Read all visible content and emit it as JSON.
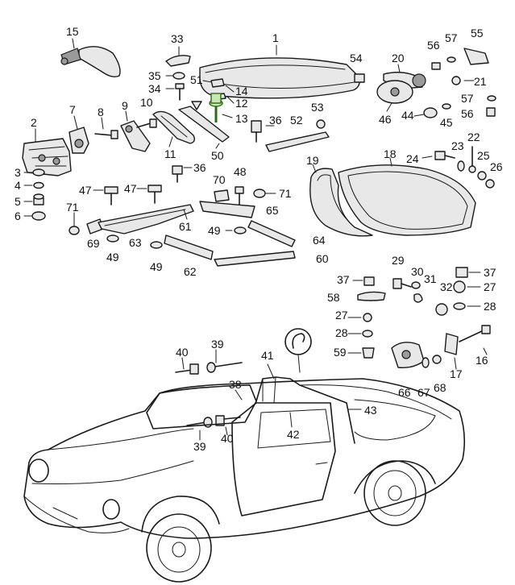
{
  "diagram": {
    "highlight_color": "#6aa84f",
    "labels": [
      {
        "id": "l1",
        "text": "1"
      },
      {
        "id": "l2",
        "text": "2"
      },
      {
        "id": "l3",
        "text": "3"
      },
      {
        "id": "l4",
        "text": "4"
      },
      {
        "id": "l5",
        "text": "5"
      },
      {
        "id": "l6",
        "text": "6"
      },
      {
        "id": "l7",
        "text": "7"
      },
      {
        "id": "l8",
        "text": "8"
      },
      {
        "id": "l9",
        "text": "9"
      },
      {
        "id": "l10",
        "text": "10"
      },
      {
        "id": "l11",
        "text": "11"
      },
      {
        "id": "l12",
        "text": "12"
      },
      {
        "id": "l13",
        "text": "13"
      },
      {
        "id": "l14",
        "text": "14"
      },
      {
        "id": "l15",
        "text": "15"
      },
      {
        "id": "l16",
        "text": "16"
      },
      {
        "id": "l17",
        "text": "17"
      },
      {
        "id": "l18",
        "text": "18"
      },
      {
        "id": "l19",
        "text": "19"
      },
      {
        "id": "l20",
        "text": "20"
      },
      {
        "id": "l21",
        "text": "21"
      },
      {
        "id": "l22",
        "text": "22"
      },
      {
        "id": "l23",
        "text": "23"
      },
      {
        "id": "l24",
        "text": "24"
      },
      {
        "id": "l25",
        "text": "25"
      },
      {
        "id": "l26",
        "text": "26"
      },
      {
        "id": "l27a",
        "text": "27"
      },
      {
        "id": "l27b",
        "text": "27"
      },
      {
        "id": "l28a",
        "text": "28"
      },
      {
        "id": "l28b",
        "text": "28"
      },
      {
        "id": "l29",
        "text": "29"
      },
      {
        "id": "l30",
        "text": "30"
      },
      {
        "id": "l31",
        "text": "31"
      },
      {
        "id": "l32",
        "text": "32"
      },
      {
        "id": "l33",
        "text": "33"
      },
      {
        "id": "l34",
        "text": "34"
      },
      {
        "id": "l35",
        "text": "35"
      },
      {
        "id": "l36a",
        "text": "36"
      },
      {
        "id": "l36b",
        "text": "36"
      },
      {
        "id": "l37a",
        "text": "37"
      },
      {
        "id": "l37b",
        "text": "37"
      },
      {
        "id": "l38",
        "text": "38"
      },
      {
        "id": "l39a",
        "text": "39"
      },
      {
        "id": "l39b",
        "text": "39"
      },
      {
        "id": "l40a",
        "text": "40"
      },
      {
        "id": "l40b",
        "text": "40"
      },
      {
        "id": "l41",
        "text": "41"
      },
      {
        "id": "l42",
        "text": "42"
      },
      {
        "id": "l43",
        "text": "43"
      },
      {
        "id": "l44",
        "text": "44"
      },
      {
        "id": "l45",
        "text": "45"
      },
      {
        "id": "l46",
        "text": "46"
      },
      {
        "id": "l47a",
        "text": "47"
      },
      {
        "id": "l47b",
        "text": "47"
      },
      {
        "id": "l48",
        "text": "48"
      },
      {
        "id": "l49a",
        "text": "49"
      },
      {
        "id": "l49b",
        "text": "49"
      },
      {
        "id": "l49c",
        "text": "49"
      },
      {
        "id": "l50",
        "text": "50"
      },
      {
        "id": "l51",
        "text": "51"
      },
      {
        "id": "l52",
        "text": "52"
      },
      {
        "id": "l53",
        "text": "53"
      },
      {
        "id": "l54",
        "text": "54"
      },
      {
        "id": "l55",
        "text": "55"
      },
      {
        "id": "l56a",
        "text": "56"
      },
      {
        "id": "l56b",
        "text": "56"
      },
      {
        "id": "l57a",
        "text": "57"
      },
      {
        "id": "l57b",
        "text": "57"
      },
      {
        "id": "l58",
        "text": "58"
      },
      {
        "id": "l59",
        "text": "59"
      },
      {
        "id": "l60",
        "text": "60"
      },
      {
        "id": "l61",
        "text": "61"
      },
      {
        "id": "l62",
        "text": "62"
      },
      {
        "id": "l63",
        "text": "63"
      },
      {
        "id": "l64",
        "text": "64"
      },
      {
        "id": "l65",
        "text": "65"
      },
      {
        "id": "l66",
        "text": "66"
      },
      {
        "id": "l67",
        "text": "67"
      },
      {
        "id": "l68",
        "text": "68"
      },
      {
        "id": "l69",
        "text": "69"
      },
      {
        "id": "l70",
        "text": "70"
      },
      {
        "id": "l71a",
        "text": "71"
      },
      {
        "id": "l71b",
        "text": "71"
      }
    ]
  }
}
